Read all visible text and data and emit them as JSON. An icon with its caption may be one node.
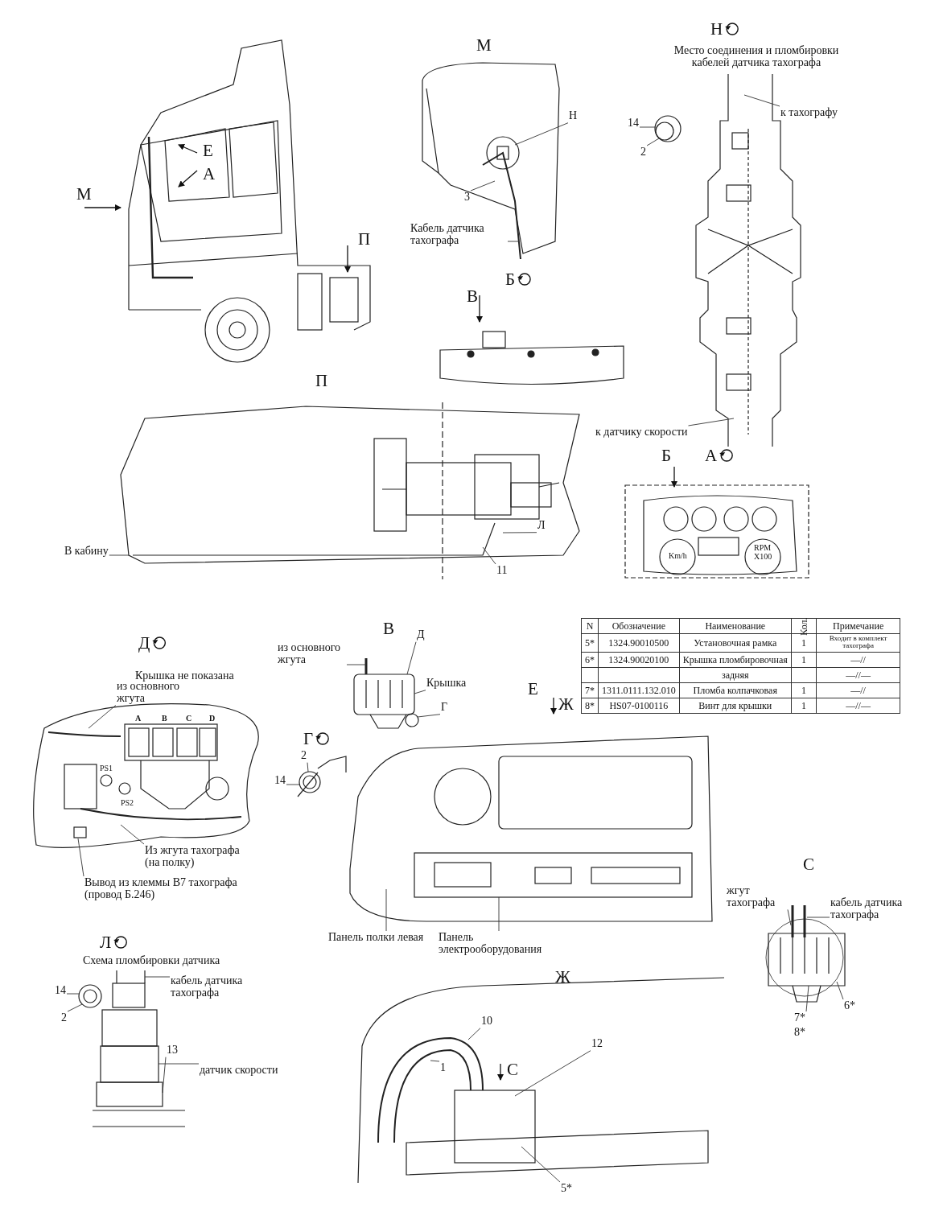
{
  "diagram": {
    "nodes": [
      {
        "text": [
          "Н"
        ]
      },
      {
        "text": [
          "3"
        ]
      },
      {
        "text": [
          "Кабель датчика тахографа"
        ]
      },
      {
        "text": [
          "14"
        ]
      },
      {
        "text": [
          "2"
        ]
      },
      {
        "text": [
          "к тахографу"
        ]
      },
      {
        "text": [
          "к датчику скорости"
        ]
      },
      {
        "text": [
          "В кабину"
        ]
      },
      {
        "text": [
          "Л"
        ]
      },
      {
        "text": [
          "11"
        ]
      },
      {
        "text": [
          "из основного жгута"
        ]
      },
      {
        "text": [
          "Из жгута тахографа (на полку)"
        ]
      },
      {
        "text": [
          "Вывод из клеммы В7 тахографа (провод Б.246)"
        ]
      },
      {
        "text": [
          "из основного жгута"
        ]
      },
      {
        "text": [
          "Д"
        ]
      },
      {
        "text": [
          "Крышка"
        ]
      },
      {
        "text": [
          "Г"
        ]
      },
      {
        "text": [
          "14"
        ]
      },
      {
        "text": [
          "2"
        ]
      },
      {
        "text": [
          "Панель полки левая"
        ]
      },
      {
        "text": [
          "Панель электрооборудования"
        ]
      },
      {
        "text": [
          "14"
        ]
      },
      {
        "text": [
          "2"
        ]
      },
      {
        "text": [
          "кабель датчика тахографа"
        ]
      },
      {
        "text": [
          "13"
        ]
      },
      {
        "text": [
          "датчик скорости"
        ]
      },
      {
        "text": [
          "жгут тахографа"
        ]
      },
      {
        "text": [
          "кабель датчика тахографа"
        ]
      },
      {
        "text": [
          "7*"
        ]
      },
      {
        "text": [
          "6*"
        ]
      },
      {
        "text": [
          "10"
        ]
      },
      {
        "text": [
          "1"
        ]
      },
      {
        "text": [
          "12"
        ]
      },
      {
        "text": [
          "5*"
        ]
      },
      {
        "text": [],
        "shape": "picture"
      },
      {
        "text": [],
        "shape": "picture"
      },
      {
        "text": [],
        "shape": "picture"
      },
      {
        "text": [],
        "shape": "box"
      },
      {
        "text": [],
        "shape": "picture"
      },
      {
        "text": [],
        "shape": "picture"
      }
    ],
    "edges": [
      {
        "from": 0,
        "to": null,
        "arrow": "none"
      },
      {
        "from": 1,
        "to": null,
        "arrow": "none"
      },
      {
        "from": 2,
        "to": null,
        "arrow": "none"
      },
      {
        "from": 3,
        "to": 34,
        "arrow": "none"
      },
      {
        "from": 4,
        "to": 34,
        "arrow": "none"
      },
      {
        "from": 5,
        "to": null,
        "arrow": "none"
      },
      {
        "from": 6,
        "to": null,
        "arrow": "none"
      },
      {
        "from": 7,
        "to": null,
        "arrow": "none"
      },
      {
        "from": 8,
        "to": null,
        "arrow": "none"
      },
      {
        "from": 9,
        "to": null,
        "arrow": "none"
      },
      {
        "from": 10,
        "to": null,
        "arrow": "none"
      },
      {
        "from": 11,
        "to": null,
        "arrow": "none"
      },
      {
        "from": 12,
        "to": null,
        "arrow": "none"
      },
      {
        "from": 13,
        "to": 35,
        "arrow": "none"
      },
      {
        "from": 14,
        "to": 35,
        "arrow": "none"
      },
      {
        "from": 15,
        "to": 35,
        "arrow": "none"
      },
      {
        "from": 16,
        "to": 35,
        "arrow": "none"
      },
      {
        "from": 17,
        "to": 36,
        "arrow": "none"
      },
      {
        "from": 18,
        "to": 36,
        "arrow": "none"
      },
      {
        "from": 19,
        "to": null,
        "arrow": "none"
      },
      {
        "from": 20,
        "to": 37,
        "arrow": "none"
      },
      {
        "from": 21,
        "to": 38,
        "arrow": "none"
      },
      {
        "from": 22,
        "to": 38,
        "arrow": "none"
      },
      {
        "from": 23,
        "to": 39,
        "arrow": "none"
      },
      {
        "from": 24,
        "to": 39,
        "arrow": "none"
      },
      {
        "from": 25,
        "to": 39,
        "arrow": "none"
      },
      {
        "from": 26,
        "to": null,
        "arrow": "none"
      },
      {
        "from": 27,
        "to": null,
        "arrow": "none"
      },
      {
        "from": 28,
        "to": null,
        "arrow": "none"
      },
      {
        "from": 29,
        "to": null,
        "arrow": "none"
      },
      {
        "from": 30,
        "to": null,
        "arrow": "none"
      },
      {
        "from": 31,
        "to": null,
        "arrow": "none"
      },
      {
        "from": 32,
        "to": null,
        "arrow": "none"
      },
      {
        "from": 33,
        "to": null,
        "arrow": "none"
      }
    ],
    "labels": [
      "М",
      "Н",
      "Место соединения и пломбировки кабелей датчика тахографа",
      "Е",
      "А",
      "М",
      "П",
      "Б",
      "В",
      "П",
      "Б",
      "А",
      "Km/h",
      "RPM X100",
      "Д",
      "В",
      "Крышка не показана",
      "A",
      "B",
      "C",
      "D",
      "PS1",
      "PS2",
      "Е",
      "Ж",
      "Г",
      "С",
      "Л",
      "Схема пломбировки датчика",
      "8*",
      "Ж",
      "С",
      "N",
      "Обозначение",
      "Наименование",
      "Кол.",
      "Примечание",
      "5*",
      "1324.90010500",
      "Установочная рамка",
      "1",
      "Входит в комплект тахографа",
      "6*",
      "1324.90020100",
      "Крышка пломбировочная",
      "1",
      "—//",
      "задняя",
      "—//—",
      "7*",
      "1311.0111.132.010",
      "Пломба колпачковая",
      "1",
      "—//",
      "8*",
      "HS07-0100116",
      "Винт для крышки",
      "1",
      "—//—"
    ]
  }
}
